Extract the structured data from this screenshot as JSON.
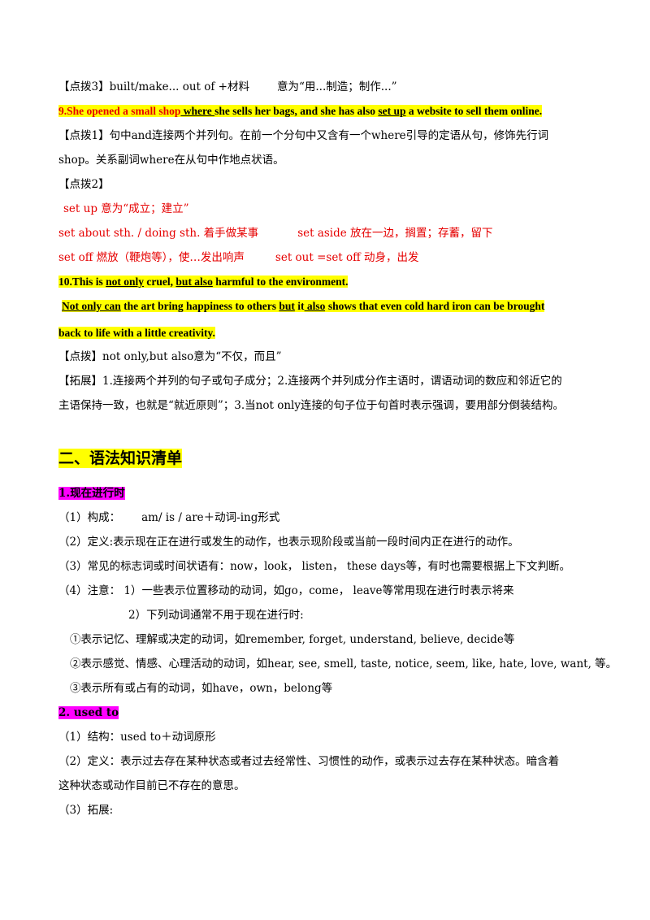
{
  "l1": {
    "a": "【点拨3】built/make... out of +材料",
    "b": "意为“用...制造；制作...”"
  },
  "l2": {
    "a": "9.She opened a small shop",
    "b": " where ",
    "c": "she sells her bags, and she has also ",
    "d": "set up",
    "e": " a website to sell them online."
  },
  "l3": "【点拨1】句中and连接两个并列句。在前一个分句中又含有一个where引导的定语从句，修饰先行词",
  "l4": "shop。关系副词where在从句中作地点状语。",
  "l5": "【点拨2】",
  "l6": "set up  意为“成立；建立”",
  "l7": {
    "a": "set about sth. / doing sth.  着手做某事",
    "b": "set aside  放在一边，搁置；存蓄，留下"
  },
  "l8": {
    "a": "set off  燃放（鞭炮等），使…发出响声",
    "b": "set out =set off 动身，出发"
  },
  "l9": {
    "a": "10.This is ",
    "b": "not only",
    "c": " cruel,  ",
    "d": "but also",
    "e": "  harmful to the environment."
  },
  "l10": {
    "a": "Not only can",
    "b": "  the art bring happiness to others  ",
    "c": "but",
    "d": " it",
    "e": " also",
    "f": "  shows that even cold hard iron can be brought"
  },
  "l11": "back to life with a little creativity.",
  "l12": "【点拨】not only,but also意为“不仅，而且”",
  "l13": "【拓展】1.连接两个并列的句子或句子成分；2.连接两个并列成分作主语时，谓语动词的数应和邻近它的",
  "l14": "主语保持一致，也就是“就近原则”；3.当not only连接的句子位于句首时表示强调，要用部分倒装结构。",
  "h2": "二、语法知识清单",
  "s1": "1.现在进行时",
  "g1": {
    "a": "（1）构成：",
    "b": "am/ is / are＋动词-ing形式"
  },
  "g2": "（2）定义:表示现在正在进行或发生的动作，也表示现阶段或当前一段时间内正在进行的动作。",
  "g3": "（3）常见的标志词或时间状语有：now，look，  listen，  these days等，有时也需要根据上下文判断。",
  "g4": "（4）注意： 1）一些表示位置移动的动词，如go，come，  leave等常用现在进行时表示将来",
  "g5": "2）下列动词通常不用于现在进行时:",
  "g6": "①表示记忆、理解或决定的动词，如remember, forget, understand, believe, decide等",
  "g7": "②表示感觉、情感、心理活动的动词，如hear, see, smell, taste, notice, seem, like, hate, love, want,  等。",
  "g8": "③表示所有或占有的动词，如have，own，belong等",
  "s2": "2. used to",
  "u1": "（1）结构：used to＋动词原形",
  "u2": "（2）定义：表示过去存在某种状态或者过去经常性、习惯性的动作，或表示过去存在某种状态。暗含着",
  "u3": "这种状态或动作目前已不存在的意思。",
  "u4": "（3）拓展:"
}
